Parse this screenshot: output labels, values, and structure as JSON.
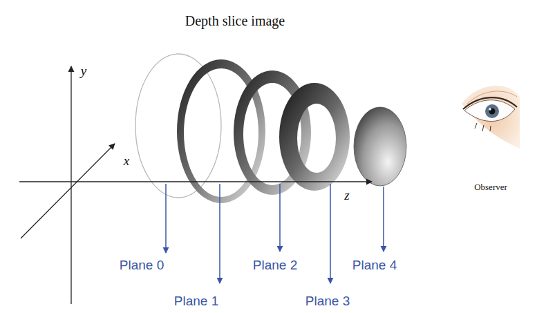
{
  "diagram": {
    "title": "Depth slice image",
    "labels": [
      "y",
      "x",
      "z",
      "Plane 0",
      "Plane 1",
      "Plane 2",
      "Plane 3",
      "Plane 4",
      "Observer"
    ]
  }
}
